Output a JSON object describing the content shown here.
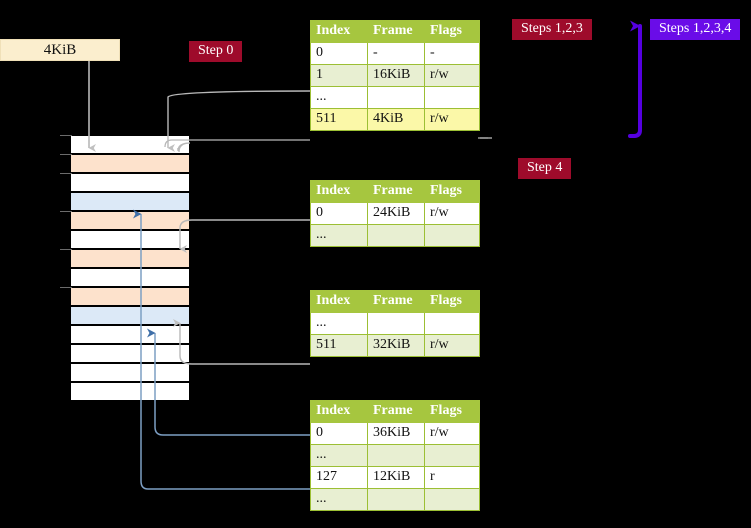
{
  "labels": {
    "size_box": "4KiB",
    "step0": "Step 0",
    "steps123": "Steps 1,2,3",
    "steps1234": "Steps 1,2,3,4",
    "step4": "Step 4"
  },
  "colors": {
    "background": "#000000",
    "table_header": "#a6c63f",
    "table_alt_row": "#e8efd2",
    "table_highlight_row": "#fbf8a8",
    "badge_crimson": "#9e0b2b",
    "badge_violet": "#6a0ce8",
    "size_box": "#fbeece",
    "mem_orange": "#fde2cc",
    "mem_blue": "#dce9f7",
    "wire_grey": "#b0b0b0",
    "wire_blue": "#7d9fc4"
  },
  "columns": [
    "Index",
    "Frame",
    "Flags"
  ],
  "tables": [
    {
      "name": "pml4",
      "rows": [
        {
          "index": "0",
          "frame": "-",
          "flags": "-",
          "style": "plain"
        },
        {
          "index": "1",
          "frame": "16KiB",
          "flags": "r/w",
          "style": "alt"
        },
        {
          "index": "...",
          "frame": "",
          "flags": "",
          "style": "plain"
        },
        {
          "index": "511",
          "frame": "4KiB",
          "flags": "r/w",
          "style": "hl"
        }
      ]
    },
    {
      "name": "pdpt",
      "rows": [
        {
          "index": "0",
          "frame": "24KiB",
          "flags": "r/w",
          "style": "plain"
        },
        {
          "index": "...",
          "frame": "",
          "flags": "",
          "style": "alt"
        }
      ]
    },
    {
      "name": "pd",
      "rows": [
        {
          "index": "...",
          "frame": "",
          "flags": "",
          "style": "plain"
        },
        {
          "index": "511",
          "frame": "32KiB",
          "flags": "r/w",
          "style": "alt"
        }
      ]
    },
    {
      "name": "pt",
      "rows": [
        {
          "index": "0",
          "frame": "36KiB",
          "flags": "r/w",
          "style": "plain"
        },
        {
          "index": "...",
          "frame": "",
          "flags": "",
          "style": "alt"
        },
        {
          "index": "127",
          "frame": "12KiB",
          "flags": "r",
          "style": "plain"
        },
        {
          "index": "...",
          "frame": "",
          "flags": "",
          "style": "alt"
        }
      ]
    }
  ],
  "memory_column": {
    "rows": [
      {
        "fill": "white"
      },
      {
        "fill": "orange"
      },
      {
        "fill": "white"
      },
      {
        "fill": "blue"
      },
      {
        "fill": "orange"
      },
      {
        "fill": "white"
      },
      {
        "fill": "orange"
      },
      {
        "fill": "white"
      },
      {
        "fill": "orange"
      },
      {
        "fill": "blue"
      },
      {
        "fill": "white"
      },
      {
        "fill": "white"
      },
      {
        "fill": "white"
      },
      {
        "fill": "white"
      }
    ]
  }
}
